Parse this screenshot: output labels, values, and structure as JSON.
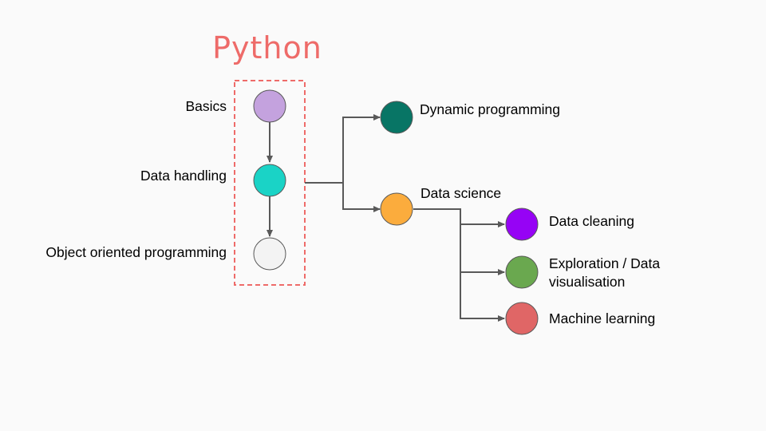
{
  "title": "Python",
  "colors": {
    "title": "#ee6b69",
    "group_border": "#ee6b69",
    "edge": "#595959"
  },
  "group": {
    "items": [
      {
        "id": "basics",
        "label": "Basics",
        "color": "#c4a2de"
      },
      {
        "id": "data-handling",
        "label": "Data handling",
        "color": "#1ad3c6"
      },
      {
        "id": "oop",
        "label": "Object oriented programming",
        "color": "#f3f3f3"
      }
    ]
  },
  "branches": [
    {
      "id": "dynamic-programming",
      "label": "Dynamic programming",
      "color": "#087565"
    },
    {
      "id": "data-science",
      "label": "Data science",
      "color": "#fbac3d"
    }
  ],
  "data_science_children": [
    {
      "id": "data-cleaning",
      "label_lines": [
        "Data cleaning"
      ],
      "color": "#9603f5"
    },
    {
      "id": "exploration",
      "label_lines": [
        "Exploration / Data",
        "visualisation"
      ],
      "color": "#6aa84f"
    },
    {
      "id": "machine-learning",
      "label_lines": [
        "Machine learning"
      ],
      "color": "#e06666"
    }
  ]
}
